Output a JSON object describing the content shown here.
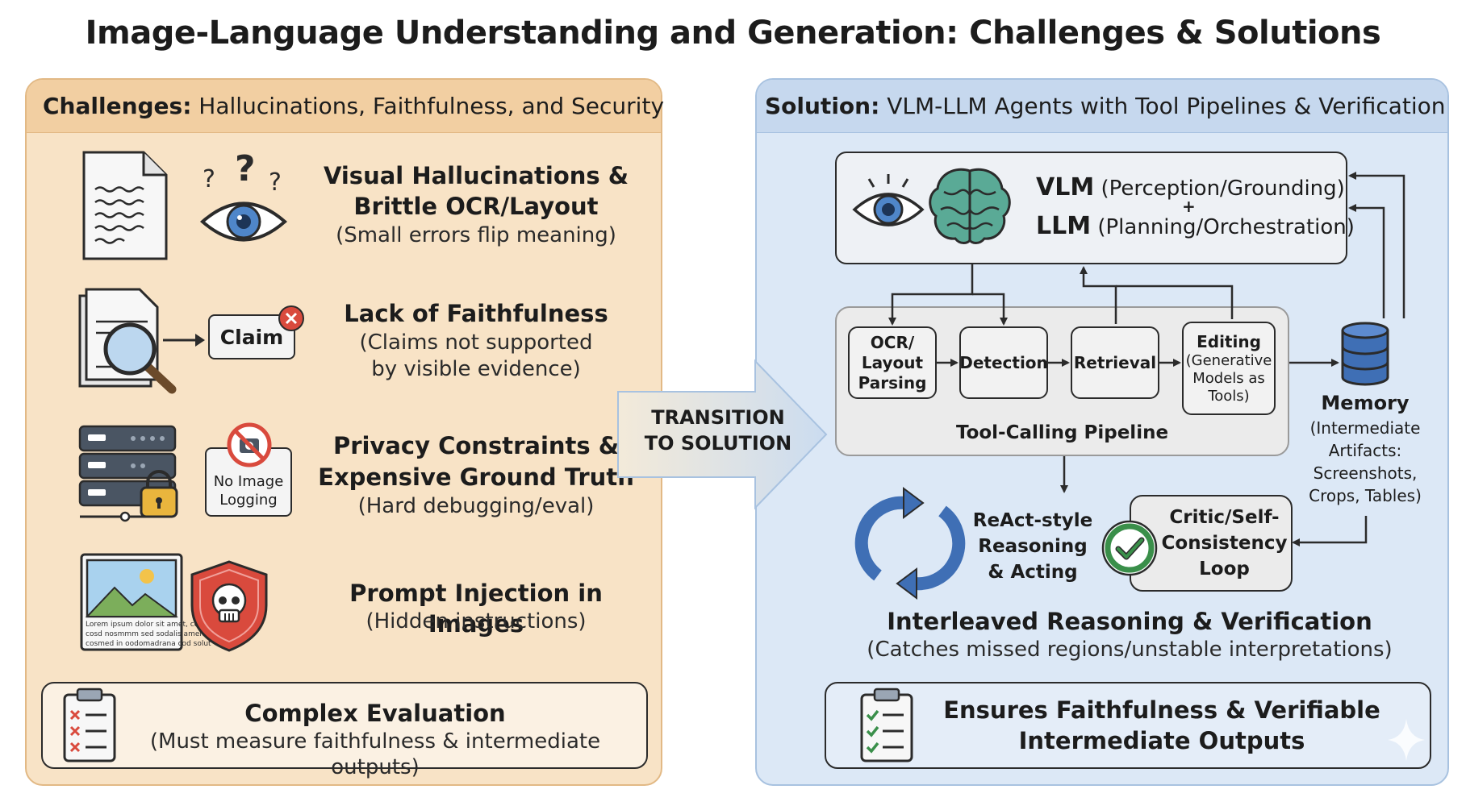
{
  "title": "Image-Language Understanding and Generation: Challenges & Solutions",
  "challenges": {
    "header_bold": "Challenges:",
    "header_rest": " Hallucinations, Faithfulness, and Security",
    "items": [
      {
        "title_line1": "Visual Hallucinations &",
        "title_line2": "Brittle OCR/Layout",
        "sub_line1": "(Small errors flip meaning)",
        "icon": "document-eye-question-icon"
      },
      {
        "title_line1": "Lack of Faithfulness",
        "sub_line1": "(Claims not supported",
        "sub_line2": "by visible evidence)",
        "badge": "Claim",
        "icon": "magnifier-document-icon"
      },
      {
        "title_line1": "Privacy Constraints &",
        "title_line2": "Expensive Ground Truth",
        "sub_line1": "(Hard debugging/eval)",
        "badge_line1": "No Image",
        "badge_line2": "Logging",
        "icon": "server-lock-icon"
      },
      {
        "title_line1": "Prompt Injection in Images",
        "sub_line1": "(Hidden instructions)",
        "caption_line1": "Lorem ipsum dolor sit amet, consec",
        "caption_line2": "cosd nosmmm sed sodalis amen",
        "caption_line3": "cosmed in oodomadrana cod solut",
        "icon": "skull-shield-icon"
      }
    ],
    "eval": {
      "title": "Complex Evaluation",
      "sub": "(Must measure faithfulness & intermediate outputs)",
      "icon": "clipboard-x-icon"
    }
  },
  "transition": {
    "line1": "TRANSITION",
    "line2": "TO SOLUTION"
  },
  "solution": {
    "header_bold": "Solution:",
    "header_rest": " VLM-LLM Agents with Tool Pipelines & Verification",
    "vlm_bold": "VLM",
    "vlm_rest": " (Perception/Grounding)",
    "plus": "+",
    "llm_bold": "LLM",
    "llm_rest": " (Planning/Orchestration)",
    "pipeline": {
      "label": "Tool-Calling Pipeline",
      "tools": [
        {
          "l1": "OCR/",
          "l2": "Layout",
          "l3": "Parsing"
        },
        {
          "l1": "Detection"
        },
        {
          "l1": "Retrieval"
        },
        {
          "l1": "Editing",
          "l2": "(Generative",
          "l3": "Models as",
          "l4": "Tools)"
        }
      ]
    },
    "memory": {
      "title": "Memory",
      "l1": "(Intermediate",
      "l2": "Artifacts:",
      "l3": "Screenshots,",
      "l4": "Crops, Tables)"
    },
    "react": {
      "l1": "ReAct-style",
      "l2": "Reasoning",
      "l3": "& Acting"
    },
    "critic": {
      "l1": "Critic/Self-",
      "l2": "Consistency",
      "l3": "Loop"
    },
    "interleaved_title": "Interleaved Reasoning & Verification",
    "interleaved_sub": "(Catches missed regions/unstable interpretations)",
    "outcome": {
      "l1": "Ensures Faithfulness & Verifiable",
      "l2": "Intermediate Outputs"
    }
  },
  "colors": {
    "left_bg": "#f8e3c6",
    "left_head": "#f2cfa2",
    "right_bg": "#dce8f6",
    "right_head": "#c6d8ee",
    "accent_blue": "#3f6fb5",
    "danger_red": "#d94a3d",
    "check_green": "#3a8f4a"
  }
}
